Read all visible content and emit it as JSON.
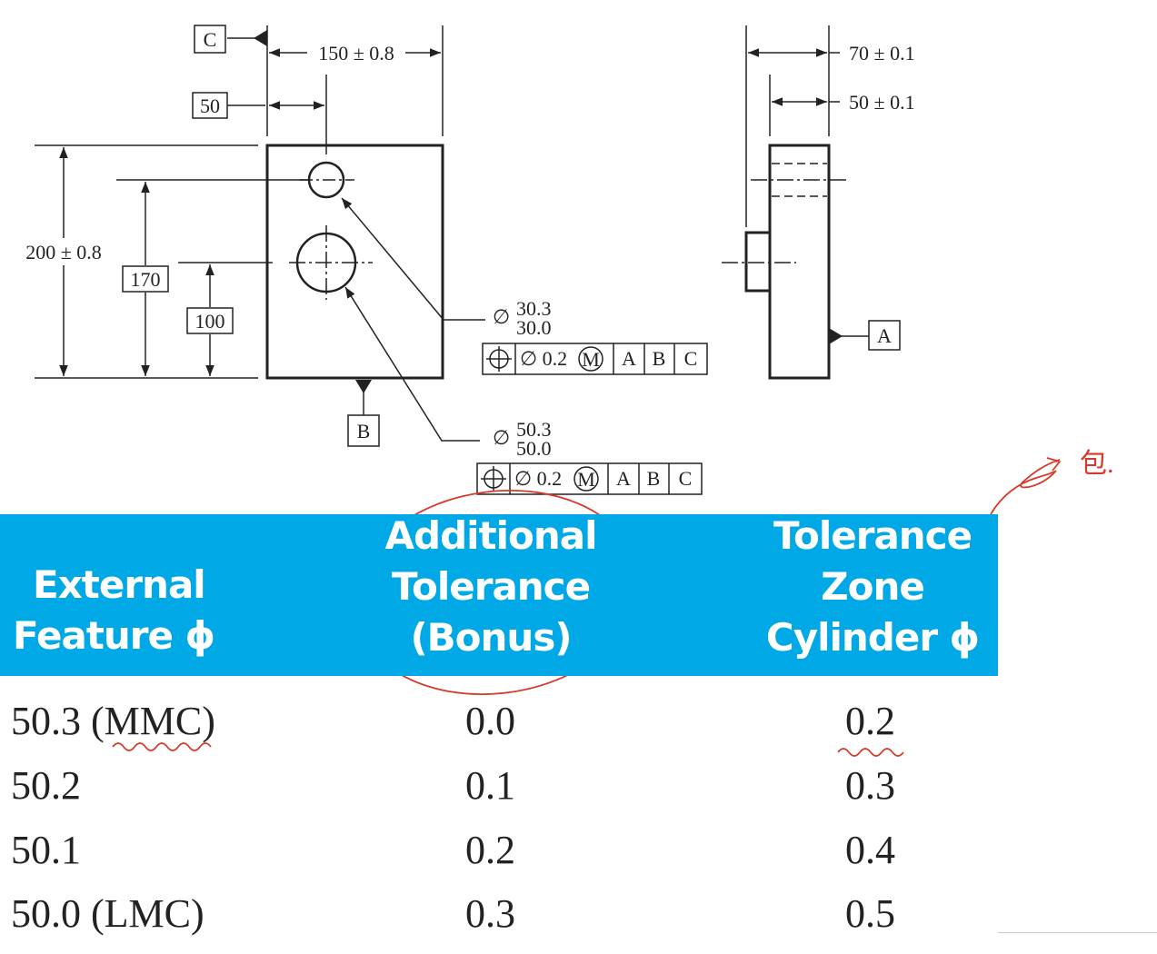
{
  "drawing": {
    "datum_c": "C",
    "datum_b": "B",
    "datum_a": "A",
    "dim_width": "150 ± 0.8",
    "dim_hole_x": "50",
    "dim_height": "200 ± 0.8",
    "dim_hole1_y": "170",
    "dim_hole2_y": "100",
    "dim_depth": "70 ± 0.1",
    "dim_body": "50 ± 0.1",
    "hole1": {
      "upper": "30.3",
      "lower": "30.0",
      "diameter_symbol": "∅"
    },
    "hole2": {
      "upper": "50.3",
      "lower": "50.0",
      "diameter_symbol": "∅"
    },
    "fcf": {
      "tolerance": "∅ 0.2",
      "modifier": "M",
      "datums": [
        "A",
        "B",
        "C"
      ]
    }
  },
  "table": {
    "headers": [
      {
        "lines": [
          "External",
          "Feature ϕ"
        ]
      },
      {
        "lines": [
          "Additional",
          "Tolerance",
          "(Bonus)"
        ]
      },
      {
        "lines": [
          "Tolerance",
          "Zone",
          "Cylinder ϕ"
        ]
      }
    ],
    "rows": [
      [
        "50.3 (MMC)",
        "0.0",
        "0.2"
      ],
      [
        "50.2",
        "0.1",
        "0.3"
      ],
      [
        "50.1",
        "0.2",
        "0.4"
      ],
      [
        "50.0 (LMC)",
        "0.3",
        "0.5"
      ]
    ]
  },
  "annotation": {
    "handwritten": "包.",
    "color": "#d63a2a"
  },
  "colors": {
    "header_band": "#00a8e6",
    "ink": "#222222",
    "annotation": "#d63a2a"
  }
}
